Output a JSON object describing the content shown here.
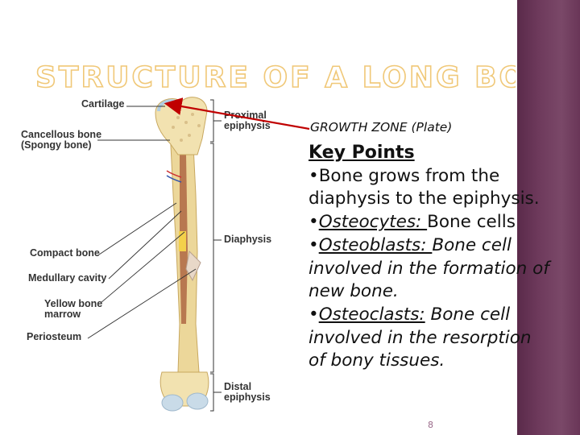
{
  "slide": {
    "title": "STRUCTURE OF A LONG BONE",
    "title_color": "#f0c878",
    "accent_color": "#6e3a5c",
    "page_number": "8"
  },
  "diagram": {
    "labels": {
      "cartilage": "Cartilage",
      "cancellous": "Cancellous bone\n(Spongy bone)",
      "compact": "Compact bone",
      "medullary": "Medullary cavity",
      "yellow_marrow": "Yellow bone\nmarrow",
      "periosteum": "Periosteum",
      "proximal": "Proximal\nepiphysis",
      "diaphysis": "Diaphysis",
      "distal": "Distal\nepiphysis"
    }
  },
  "content": {
    "growth_zone": "GROWTH ZONE (Plate)",
    "heading": "Key Points",
    "bullet1": "Bone grows from the diaphysis to the epiphysis.",
    "b2_term": "Osteocytes: ",
    "b2_text": " Bone cells",
    "b3_term": "Osteoblasts: ",
    "b3_text": "Bone cell involved in the formation of new bone.",
    "b4_term": "Osteoclasts:",
    "b4_text": " Bone cell involved in the resorption of bony tissues."
  }
}
